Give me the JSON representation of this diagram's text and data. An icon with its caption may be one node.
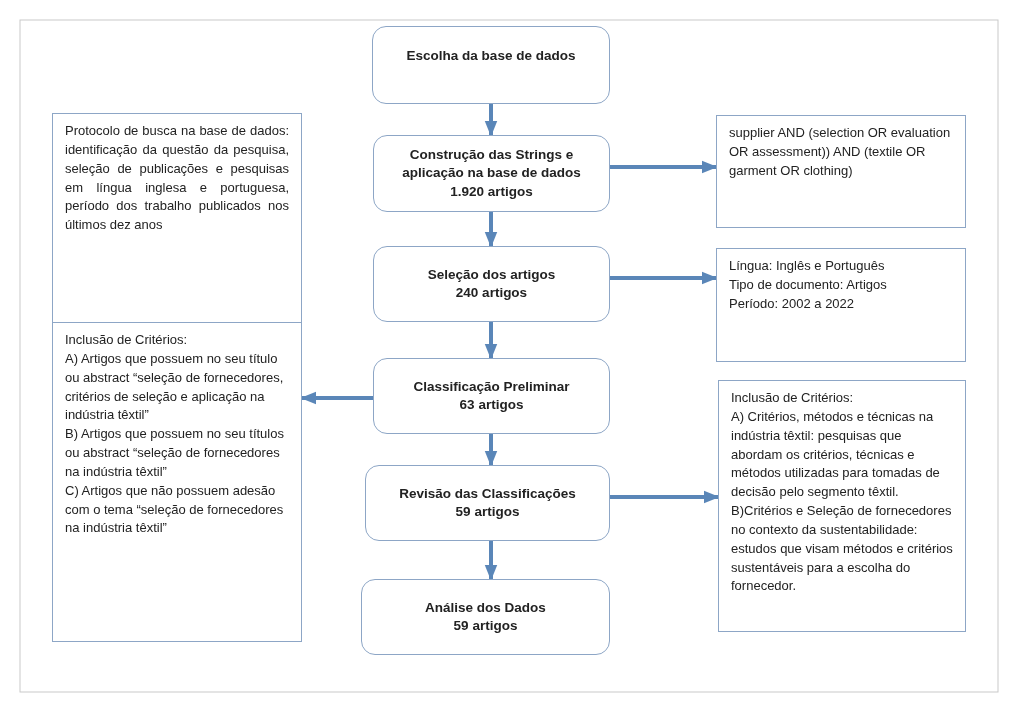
{
  "diagram": {
    "nodes": [
      {
        "text": [
          "Escolha da base de dados"
        ]
      },
      {
        "text": [
          "Protocolo de busca na base de dados: identificação da questão da pesquisa, seleção de publicações e pesquisas em língua inglesa e portuguesa, período dos trabalho publicados nos últimos dez anos"
        ]
      },
      {
        "text": [
          "Construção das Strings e aplicação na base de dados",
          "1.920 artigos"
        ]
      },
      {
        "text": [
          "supplier AND (selection OR evaluation OR assessment)) AND (textile OR garment OR clothing)"
        ]
      },
      {
        "text": [
          "Seleção dos artigos",
          "240 artigos"
        ]
      },
      {
        "text": [
          "Língua: Inglês e Português",
          "Tipo de documento:  Artigos",
          "Período:  2002 a 2022"
        ]
      },
      {
        "text": [
          "Inclusão de Critérios:",
          "A) Artigos que possuem no seu título ou abstract “seleção de fornecedores, critérios de seleção e aplicação na indústria têxtil”",
          "B) Artigos que possuem no seu títulos ou abstract “seleção de fornecedores na indústria têxtil”",
          "C) Artigos que não possuem adesão com o tema “seleção de fornecedores na indústria têxtil”"
        ]
      },
      {
        "text": [
          "Classificação Preliminar",
          "63 artigos"
        ]
      },
      {
        "text": [
          "Inclusão de Critérios:",
          "A) Critérios, métodos e técnicas na indústria têxtil: pesquisas que abordam os critérios, técnicas e métodos utilizadas para tomadas de decisão pelo segmento têxtil.",
          "B)Critérios e Seleção de fornecedores no contexto da sustentabilidade: estudos que visam métodos e critérios sustentáveis para a escolha do fornecedor."
        ]
      },
      {
        "text": [
          "Revisão das Classificações",
          "59 artigos"
        ]
      },
      {
        "text": [
          "Análise dos Dados",
          "59 artigos"
        ]
      }
    ],
    "edges": [
      {
        "from": 0,
        "to": 2,
        "arrow": "to"
      },
      {
        "from": 2,
        "to": 4,
        "arrow": "to"
      },
      {
        "from": 4,
        "to": 7,
        "arrow": "to"
      },
      {
        "from": 7,
        "to": 9,
        "arrow": "to"
      },
      {
        "from": 9,
        "to": 10,
        "arrow": "to"
      },
      {
        "from": 2,
        "to": 3,
        "arrow": "to"
      },
      {
        "from": 4,
        "to": 5,
        "arrow": "to"
      },
      {
        "from": 7,
        "to": 6,
        "arrow": "to"
      },
      {
        "from": 9,
        "to": 8,
        "arrow": "to"
      }
    ]
  }
}
